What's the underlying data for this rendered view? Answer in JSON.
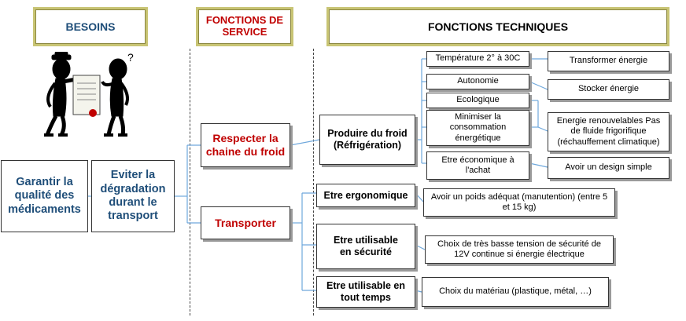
{
  "headers": {
    "besoins": "BESOINS",
    "fonctions_service": "FONCTIONS DE SERVICE",
    "fonctions_techniques": "FONCTIONS TECHNIQUES"
  },
  "besoins": {
    "garantir": "Garantir la qualité des médicaments",
    "eviter": "Eviter la dégradation durant le transport"
  },
  "services": {
    "respecter": "Respecter la chaine du froid",
    "transporter": "Transporter"
  },
  "fonctions": {
    "produire": "Produire du froid (Réfrigération)",
    "ergonomique": "Etre ergonomique",
    "securite": "Etre utilisable en sécurité",
    "tout_temps": "Etre utilisable en tout temps"
  },
  "criteres": {
    "temperature": "Température 2° à 30C",
    "autonomie": "Autonomie",
    "ecologique": "Ecologique",
    "minimiser": "Minimiser la consommation énergétique",
    "economique": "Etre économique à l'achat"
  },
  "solutions": {
    "transformer": "Transformer énergie",
    "stocker": "Stocker énergie",
    "renouvelables": "Energie renouvelables Pas de fluide frigorifique (réchauffement climatique)",
    "design": "Avoir un design simple",
    "poids": "Avoir un poids adéquat (manutention) (entre 5 et 15 kg)",
    "tension": "Choix de très basse tension de sécurité de 12V continue si énergie électrique",
    "materiau": "Choix du matériau (plastique, métal, …)"
  },
  "colors": {
    "header_frame": "#c8c474",
    "besoin_text": "#1f4e79",
    "service_text": "#c00000",
    "connector": "#6fa8dc"
  },
  "illustration": {
    "speech_mark": "?"
  }
}
